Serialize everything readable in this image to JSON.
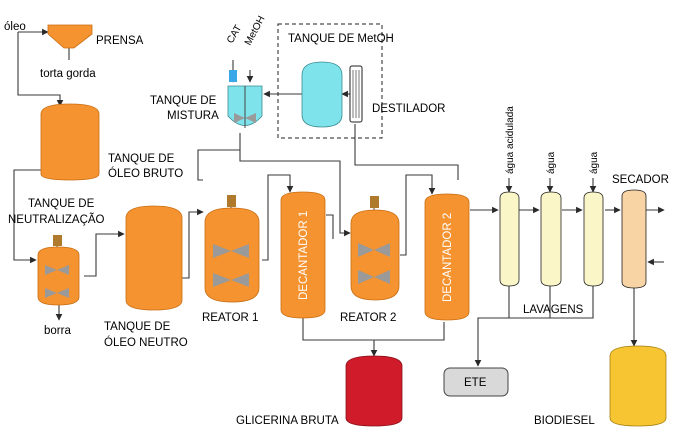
{
  "diagram": {
    "labels": {
      "oleo": "óleo",
      "prensa": "PRENSA",
      "torta_gorda": "torta gorda",
      "tanque_oleo_bruto_1": "TANQUE DE",
      "tanque_oleo_bruto_2": "ÓLEO BRUTO",
      "tanque_neutralizacao_1": "TANQUE DE",
      "tanque_neutralizacao_2": "NEUTRALIZAÇÃO",
      "borra": "borra",
      "tanque_oleo_neutro_1": "TANQUE DE",
      "tanque_oleo_neutro_2": "ÓLEO NEUTRO",
      "cat": "CAT",
      "meoh": "MetOH",
      "tanque_mistura_1": "TANQUE DE",
      "tanque_mistura_2": "MISTURA",
      "tanque_meoh": "TANQUE DE MetOH",
      "destilador": "DESTILADOR",
      "reator1": "REATOR 1",
      "decantador1": "DECANTADOR 1",
      "reator2": "REATOR 2",
      "decantador2": "DECANTADOR 2",
      "agua_acidulada": "água acidulada",
      "agua1": "água",
      "agua2": "água",
      "secador": "SECADOR",
      "lavagens": "LAVAGENS",
      "ete": "ETE",
      "glicerina_bruta": "GLICERINA BRUTA",
      "biodiesel": "BIODIESEL"
    },
    "colors": {
      "orange": "#f4932f",
      "cyan": "#7fe3ec",
      "pale_yellow": "#fbf6c8",
      "peach": "#f8d3a4",
      "red": "#d01b2a",
      "yellow": "#f7c531",
      "gray": "#d9d9d9",
      "motor": "#b07a2c",
      "blue_square": "#3aa7e8"
    }
  }
}
